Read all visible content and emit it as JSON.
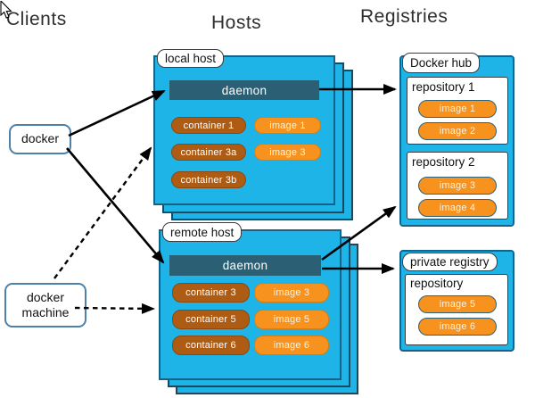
{
  "headers": {
    "clients": "Clients",
    "hosts": "Hosts",
    "registries": "Registries"
  },
  "clients": {
    "docker_label": "docker",
    "docker_machine_label": "docker machine"
  },
  "hosts": {
    "local": {
      "label": "local host",
      "daemon_label": "daemon",
      "containers": [
        "container 1",
        "container 3a",
        "container 3b"
      ],
      "images": [
        "image 1",
        "image 3"
      ]
    },
    "remote": {
      "label": "remote host",
      "daemon_label": "daemon",
      "containers": [
        "container 3",
        "container 5",
        "container 6"
      ],
      "images": [
        "image 3",
        "image 5",
        "image 6"
      ]
    }
  },
  "registries": {
    "docker_hub": {
      "label": "Docker hub",
      "repo1_name": "repository 1",
      "repo1_images": [
        "image 1",
        "image 2"
      ],
      "repo2_name": "repository 2",
      "repo2_images": [
        "image 3",
        "image 4"
      ]
    },
    "private_registry": {
      "label": "private registry",
      "repo_name": "repository",
      "repo_images": [
        "image 5",
        "image 6"
      ]
    }
  },
  "colors": {
    "host_fill": "#1fb4e7",
    "host_border": "#15628a",
    "daemon_fill": "#2b5f74",
    "container_fill": "#ae5c14",
    "image_fill": "#f6921d",
    "arrow": "#000000"
  }
}
